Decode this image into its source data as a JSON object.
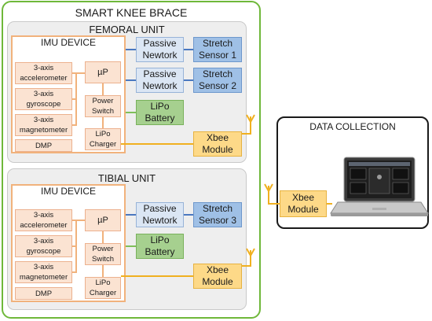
{
  "title": "SMART KNEE BRACE",
  "femoral": {
    "title": "FEMORAL UNIT",
    "imu_title": "IMU DEVICE",
    "sensors": [
      "3-axis\naccelerometer",
      "3-axis\ngyroscope",
      "3-axis\nmagnetometer",
      "DMP"
    ],
    "up": "µP",
    "power": "Power\nSwitch",
    "charger": "LiPo\nCharger",
    "passive1": "Passive\nNewtork",
    "passive2": "Passive\nNewtork",
    "stretch1": "Stretch\nSensor 1",
    "stretch2": "Stretch\nSensor 2",
    "battery": "LiPo\nBattery",
    "xbee": "Xbee\nModule"
  },
  "tibial": {
    "title": "TIBIAL UNIT",
    "imu_title": "IMU DEVICE",
    "sensors": [
      "3-axis\naccelerometer",
      "3-axis\ngyroscope",
      "3-axis\nmagnetometer",
      "DMP"
    ],
    "up": "µP",
    "power": "Power\nSwitch",
    "charger": "LiPo\nCharger",
    "passive": "Passive\nNewtork",
    "stretch": "Stretch\nSensor 3",
    "battery": "LiPo\nBattery",
    "xbee": "Xbee\nModule"
  },
  "data_collection": {
    "title": "DATA COLLECTION",
    "xbee": "Xbee\nModule"
  },
  "colors": {
    "brace_border": "#6fb83a",
    "imu_border": "#f1b27c",
    "link_blue": "#4a78c0",
    "link_orange": "#f0b020"
  }
}
